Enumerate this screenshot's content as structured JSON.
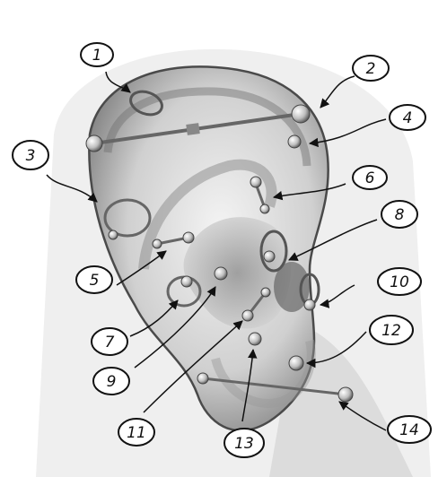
{
  "labels": [
    "1",
    "2",
    "3",
    "4",
    "5",
    "6",
    "7",
    "8",
    "9",
    "10",
    "11",
    "12",
    "13",
    "14"
  ],
  "colors": {
    "ink": "#111111",
    "skin_dark": "#5a5a5a",
    "skin_mid": "#9a9a9a",
    "skin_light": "#e6e6e6",
    "background": "#ffffff"
  }
}
